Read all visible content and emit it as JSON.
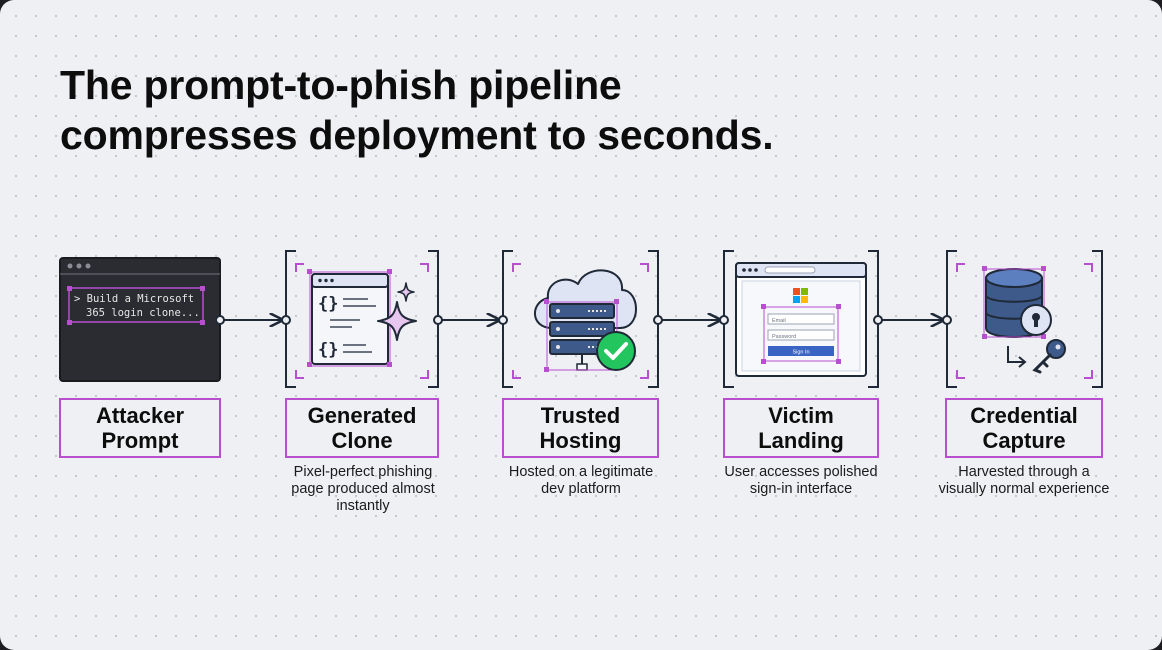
{
  "title": {
    "line1": "The prompt-to-phish pipeline",
    "line2": "compresses deployment to seconds."
  },
  "stages": [
    {
      "name_line1": "Attacker",
      "name_line2": "Prompt",
      "icon": "terminal-icon",
      "terminal_line1": "> Build a Microsoft",
      "terminal_line2": "365 login clone..."
    },
    {
      "name_line1": "Generated",
      "name_line2": "Clone",
      "icon": "code-document-sparkle-icon",
      "desc_line1": "Pixel-perfect phishing",
      "desc_line2": "page produced almost",
      "desc_line3": "instantly"
    },
    {
      "name_line1": "Trusted",
      "name_line2": "Hosting",
      "icon": "cloud-server-check-icon",
      "desc_line1": "Hosted on a legitimate",
      "desc_line2": "dev platform"
    },
    {
      "name_line1": "Victim",
      "name_line2": "Landing",
      "icon": "browser-login-icon",
      "desc_line1": "User accesses polished",
      "desc_line2": "sign-in interface",
      "form_email": "Email",
      "form_password": "Password",
      "form_button": "Sign In"
    },
    {
      "name_line1": "Credential",
      "name_line2": "Capture",
      "icon": "database-lock-key-icon",
      "desc_line1": "Harvested through a",
      "desc_line2": "visually normal experience"
    }
  ],
  "colors": {
    "accent": "#b84ed0",
    "ink": "#1f2937",
    "panel": "#dfe4f5",
    "success": "#22c55e",
    "terminal": "#2a2c31"
  }
}
